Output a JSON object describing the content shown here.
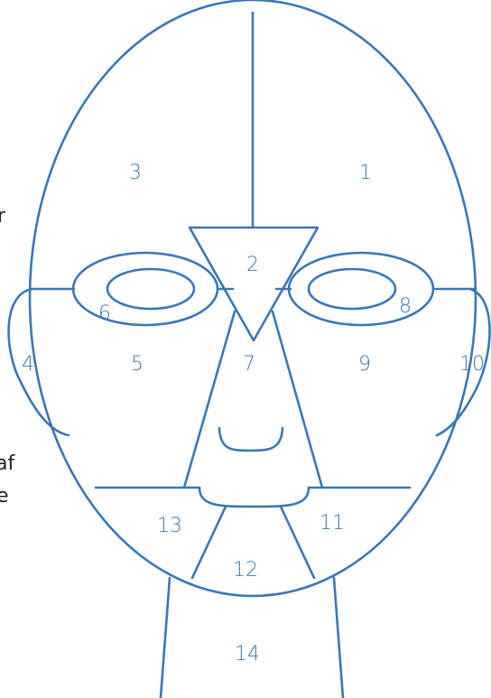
{
  "diagram": {
    "colors": {
      "line": "#3a78b7",
      "label": "#3a78b7",
      "cut_text": "#222222",
      "background": "#ffffff"
    },
    "zones": [
      {
        "id": "zone-1",
        "label": "1"
      },
      {
        "id": "zone-2",
        "label": "2"
      },
      {
        "id": "zone-3",
        "label": "3"
      },
      {
        "id": "zone-4",
        "label": "4"
      },
      {
        "id": "zone-5",
        "label": "5"
      },
      {
        "id": "zone-6",
        "label": "6"
      },
      {
        "id": "zone-7",
        "label": "7"
      },
      {
        "id": "zone-8",
        "label": "8"
      },
      {
        "id": "zone-9",
        "label": "9"
      },
      {
        "id": "zone-10",
        "label": "10"
      },
      {
        "id": "zone-11",
        "label": "11"
      },
      {
        "id": "zone-12",
        "label": "12"
      },
      {
        "id": "zone-13",
        "label": "13"
      },
      {
        "id": "zone-14",
        "label": "14"
      }
    ],
    "cut_off_text": [
      "r",
      "af",
      "e"
    ]
  }
}
